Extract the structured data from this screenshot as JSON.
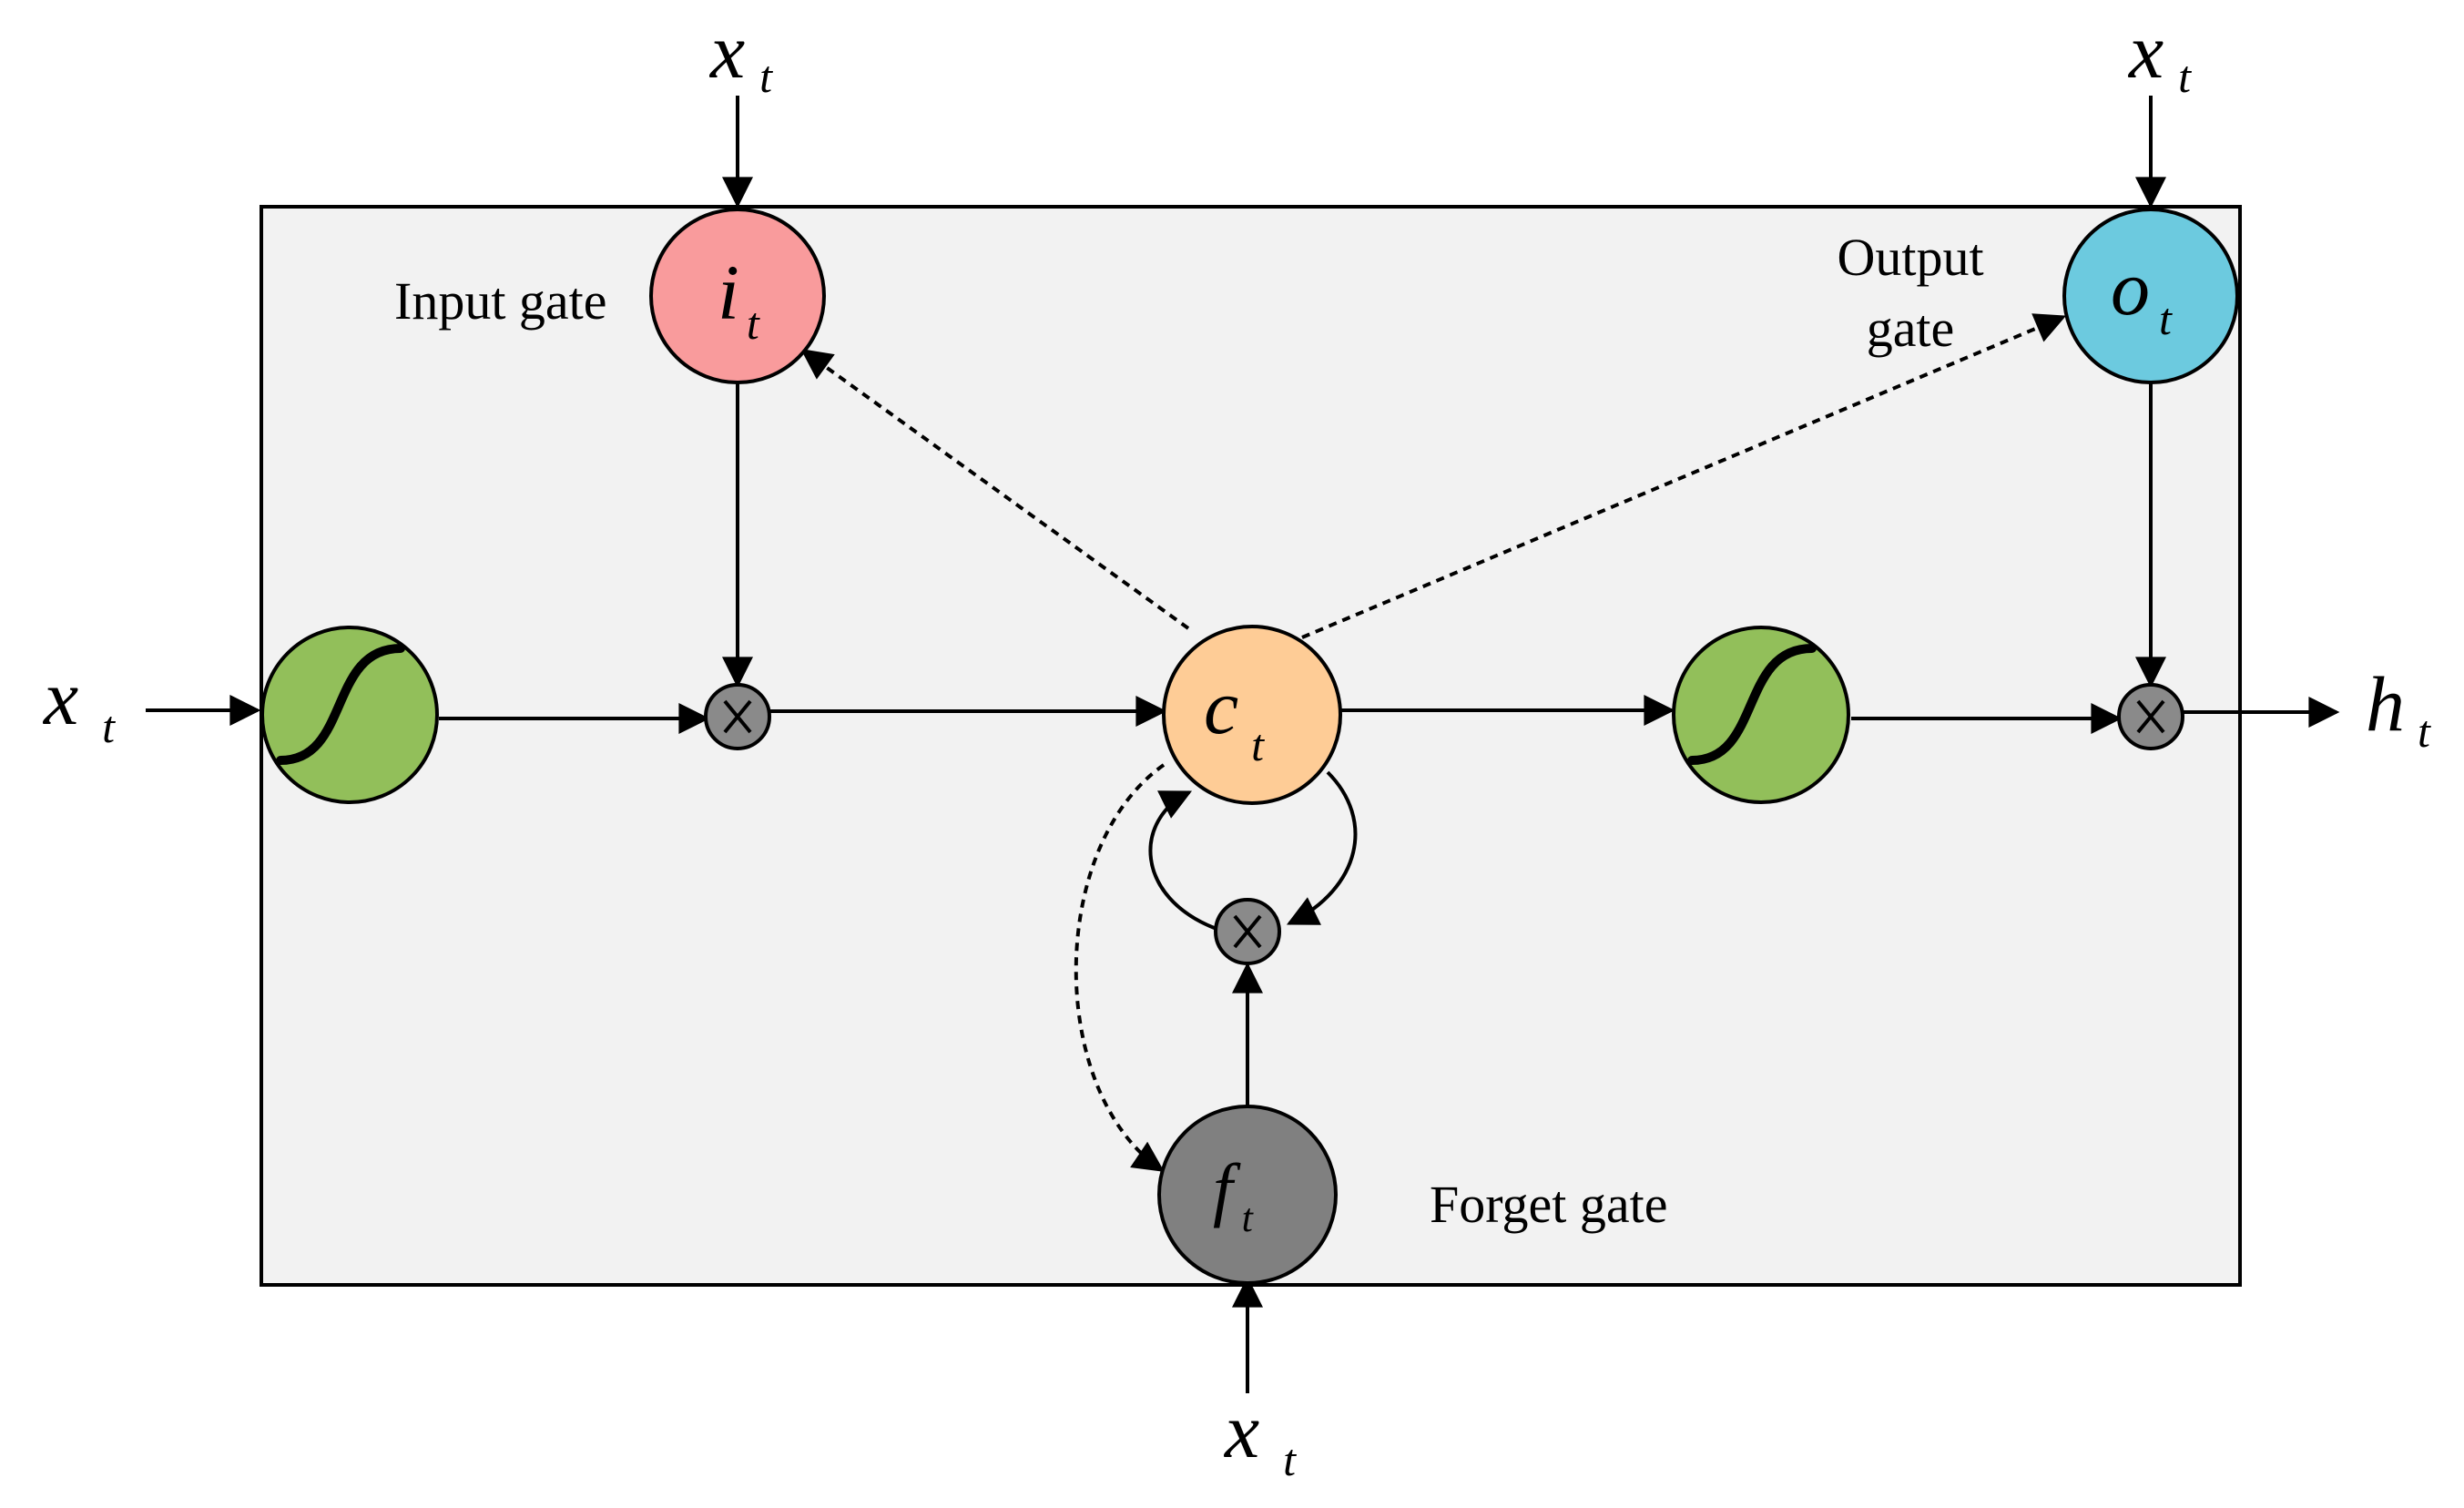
{
  "variables": {
    "x": "x",
    "t": "t",
    "i": "i",
    "o": "o",
    "c": "c",
    "f": "f",
    "h": "h"
  },
  "labels": {
    "input_gate": "Input gate",
    "output_gate_line1": "Output",
    "output_gate_line2": "gate",
    "forget_gate": "Forget gate"
  },
  "colors": {
    "panel": "#f2f2f2",
    "input_gate": "#f99b9c",
    "output_gate": "#6ccadf",
    "cell": "#fecc96",
    "forget_gate": "#808080",
    "activation": "#92bf5a",
    "multiplier": "#8a8a8a"
  }
}
